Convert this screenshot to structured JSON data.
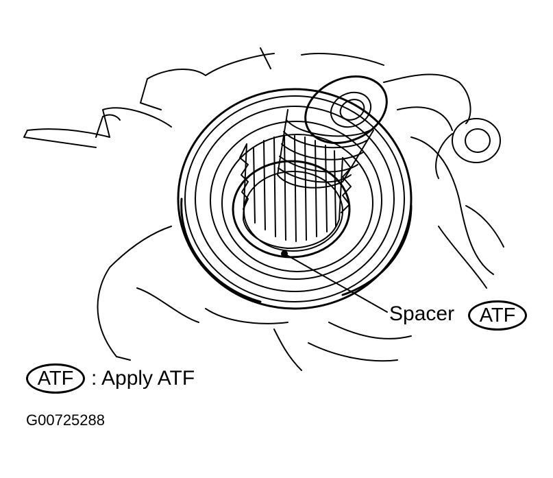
{
  "callout": {
    "part_label": "Spacer",
    "badge": "ATF"
  },
  "legend": {
    "badge": "ATF",
    "text": ": Apply ATF"
  },
  "figure_id": "G00725288"
}
